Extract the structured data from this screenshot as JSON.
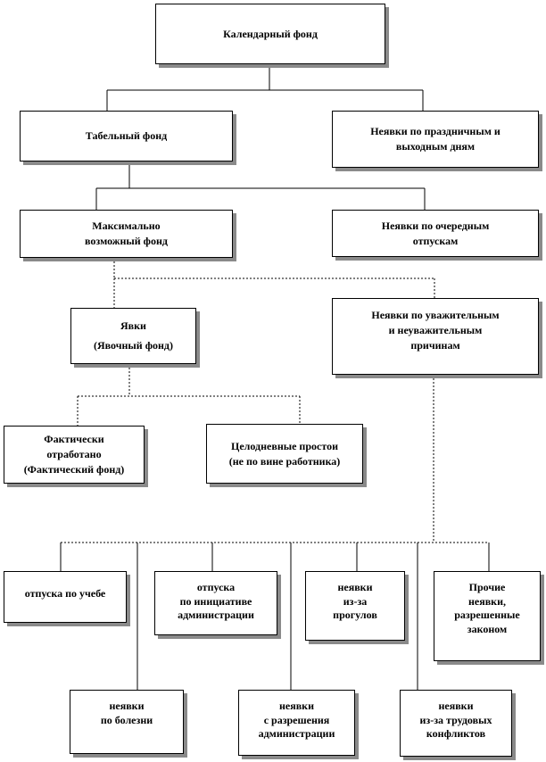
{
  "diagram": {
    "nodes": {
      "calendar_fund": "Календарный фонд",
      "tabular_fund": "Табельный фонд",
      "holiday_absences": "Неявки по праздничным и\nвыходным дням",
      "max_possible_fund": "Максимально\nвозможный фонд",
      "vacation_absences": "Неявки по очередным\nотпускам",
      "attendance": "Явки\n(Явочный фонд)",
      "excused_unexcused_absences": "Неявки по уважительным\nи неуважительным\nпричинам",
      "actually_worked": "Фактически\nотработано\n(Фактический фонд)",
      "full_day_downtime": "Целодневные простои\n(не по вине работника)",
      "study_leave": "отпуска по учебе",
      "admin_initiative_leave": "отпуска\nпо инициативе\nадминистрации",
      "truancy_absences": "неявки\nиз-за\nпрогулов",
      "other_legal_absences": "Прочие\nнеявки,\nразрешенные\nзаконом",
      "sick_absences": "неявки\nпо болезни",
      "admin_permission_absences": "неявки\nс разрешения\nадминистрации",
      "labor_conflict_absences": "неявки\nиз-за трудовых\nконфликтов"
    }
  }
}
